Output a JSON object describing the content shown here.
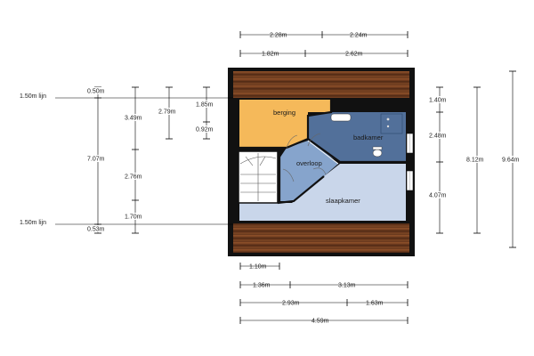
{
  "rooms": {
    "berging": "berging",
    "badkamer": "badkamer",
    "overloop": "overloop",
    "slaapkamer": "slaapkamer"
  },
  "top_dims": {
    "row1": [
      "2.28m",
      "2.24m"
    ],
    "row2": [
      "1.82m",
      "2.62m"
    ]
  },
  "bottom_dims": {
    "row1": [
      "1.10m"
    ],
    "row2": [
      "1.36m",
      "3.13m"
    ],
    "row3": [
      "2.93m",
      "1.63m"
    ],
    "row4": [
      "4.59m"
    ]
  },
  "left_dims": {
    "lijn_top": "1.50m lijn",
    "lijn_bottom": "1.50m lijn",
    "outer_top": "0.50m",
    "outer_mid": "7.07m",
    "outer_bottom": "0.53m",
    "mid_1": "3.49m",
    "mid_2": "2.76m",
    "mid_3": "1.70m",
    "inner_1": "2.79m",
    "inner_2a": "1.85m",
    "inner_2b": "0.92m"
  },
  "right_dims": {
    "col1_1": "1.40m",
    "col1_2": "2.48m",
    "col1_3": "4.07m",
    "col2": "8.12m",
    "col3": "9.64m"
  },
  "colors": {
    "berging": "#F5B95A",
    "badkamer": "#52709A",
    "overloop": "#86A4CC",
    "slaapkamer": "#C9D6EA",
    "roof": "#6B3A1E",
    "wall": "#111111"
  }
}
